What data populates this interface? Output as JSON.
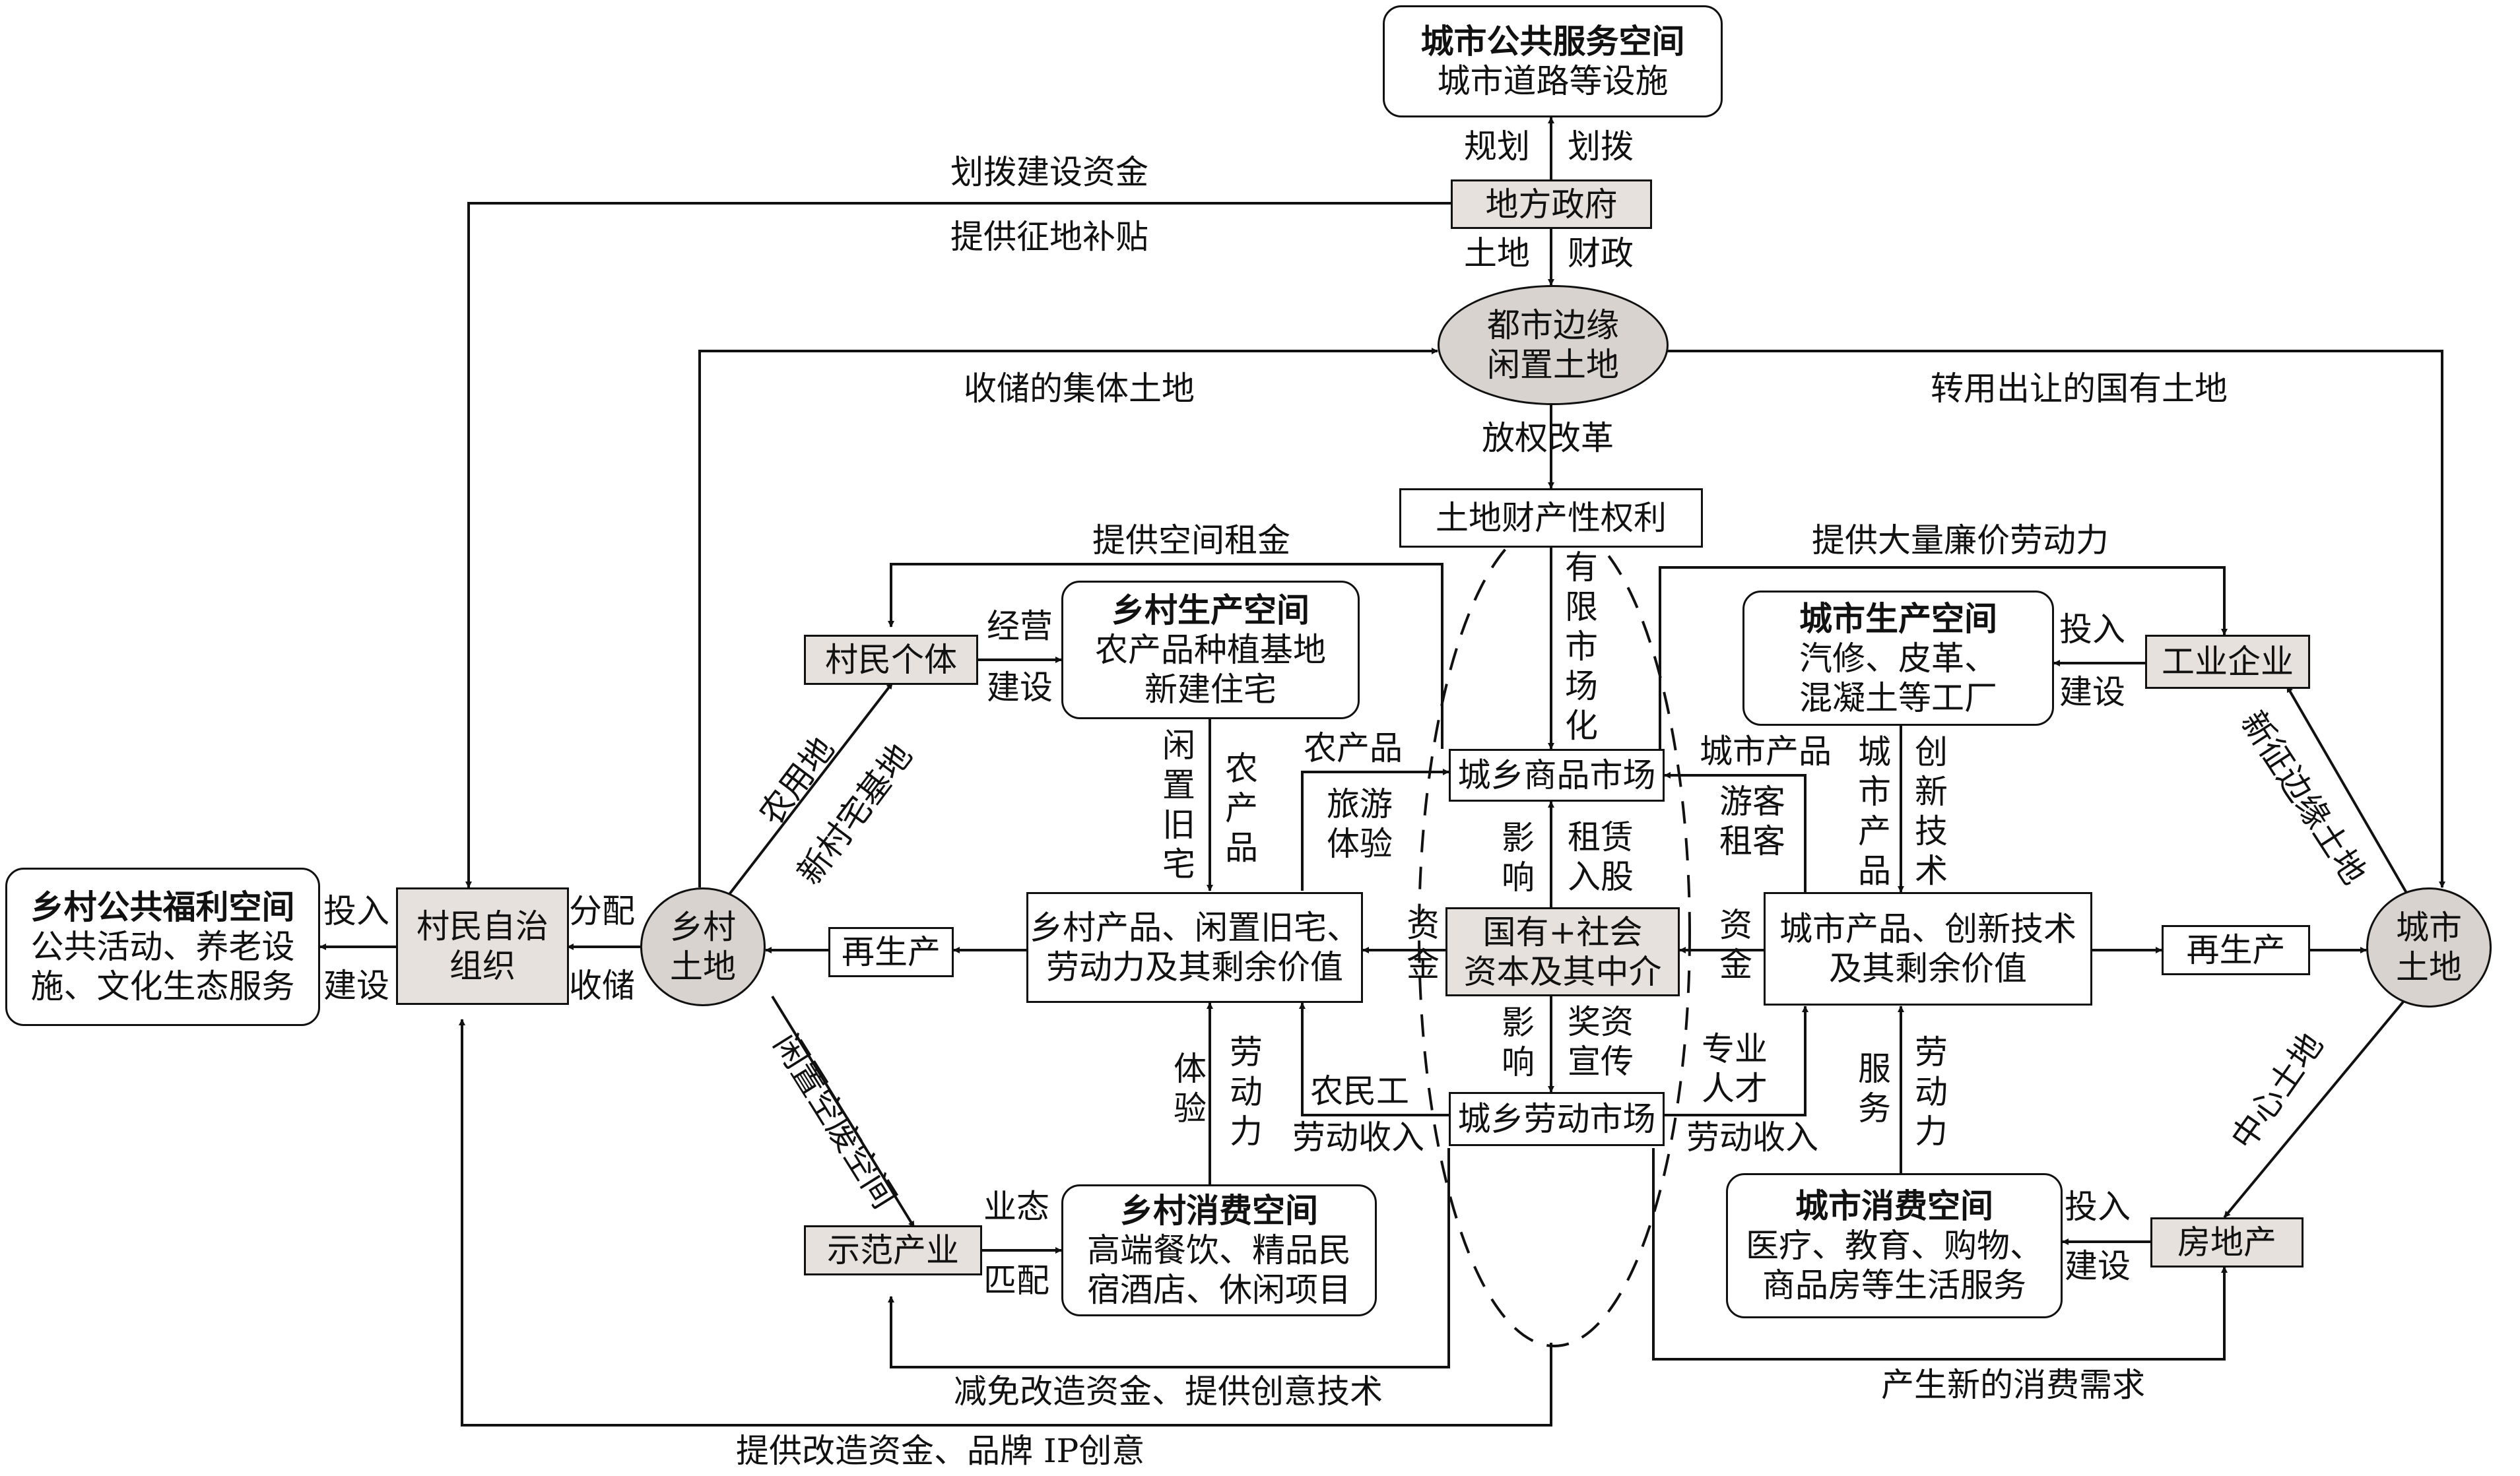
{
  "nodes": {
    "city_public": {
      "title": "城市公共服务空间",
      "sub": "城市道路等设施"
    },
    "local_gov": "地方政府",
    "idle_land": {
      "l1": "都市边缘",
      "l2": "闲置土地"
    },
    "land_rights": "土地财产性权利",
    "rural_welfare": {
      "title": "乡村公共福利空间",
      "l1": "公共活动、养老设",
      "l2": "施、文化生态服务"
    },
    "village_org": {
      "l1": "村民自治",
      "l2": "组织"
    },
    "rural_land": {
      "l1": "乡村",
      "l2": "土地"
    },
    "villager": "村民个体",
    "rural_prod": {
      "title": "乡村生产空间",
      "l1": "农产品种植基地",
      "l2": "新建住宅"
    },
    "reproduce_l": "再生产",
    "rural_products": {
      "l1": "乡村产品、闲置旧宅、",
      "l2": "劳动力及其剩余价值"
    },
    "demo_industry": "示范产业",
    "rural_cons": {
      "title": "乡村消费空间",
      "l1": "高端餐饮、精品民",
      "l2": "宿酒店、休闲项目"
    },
    "market_goods": "城乡商品市场",
    "capital": {
      "l1": "国有+社会",
      "l2": "资本及其中介"
    },
    "market_labor": "城乡劳动市场",
    "city_prod": {
      "title": "城市生产空间",
      "l1": "汽修、皮革、",
      "l2": "混凝土等工厂"
    },
    "industry": "工业企业",
    "city_products": {
      "l1": "城市产品、创新技术",
      "l2": "及其剩余价值"
    },
    "reproduce_r": "再生产",
    "city_land": {
      "l1": "城市",
      "l2": "土地"
    },
    "city_cons": {
      "title": "城市消费空间",
      "l1": "医疗、教育、购物、",
      "l2": "商品房等生活服务"
    },
    "real_estate": "房地产"
  },
  "labels": {
    "allocate_funds": "划拨建设资金",
    "compensation": "提供征地补贴",
    "plan": "规划",
    "allocate": "划拨",
    "land": "土地",
    "finance": "财政",
    "stored_land": "收储的集体土地",
    "state_land": "转用出让的国有土地",
    "reform": "放权改革",
    "limited_market": "有限市场化",
    "space_rent": "提供空间租金",
    "cheap_labor": "提供大量廉价劳动力",
    "operate": "经营",
    "build1": "建设",
    "farmland": "农用地",
    "homestead": "新村宅基地",
    "invest_l": "投入",
    "build_l": "建设",
    "distribute": "分配",
    "store": "收储",
    "idle_house": "闲置旧宅",
    "agri_products_v": "农产品",
    "agri_products": "农产品",
    "tourism": "旅游",
    "experience": "体验",
    "influence1": "影响",
    "lease": "租赁",
    "equity": "入股",
    "fund_l": "资金",
    "fund_r": "资金",
    "influence2": "影响",
    "rewards": "奖资",
    "publicity": "宣传",
    "idle_space": "闲置空废空间",
    "format": "业态",
    "match": "匹配",
    "experience_v": "体验",
    "labor_v": "劳动力",
    "migrant": "农民工",
    "labor_income_l": "劳动收入",
    "labor_income_r": "劳动收入",
    "reduce_fund": "减免改造资金、提供创意技术",
    "provide_fund": "提供改造资金、品牌 IP创意",
    "city_products_lbl": "城市产品",
    "tourist_rent": "游客租客",
    "city_products_v": "城市产品",
    "innovation_v": "创新技术",
    "invest_r1": "投入",
    "build_r1": "建设",
    "new_edge_land": "新征边缘土地",
    "professionals": "专业人才",
    "service": "服务",
    "labor_v2": "劳动力",
    "center_land": "中心土地",
    "invest_r2": "投入",
    "build_r2": "建设",
    "new_demand": "产生新的消费需求"
  }
}
